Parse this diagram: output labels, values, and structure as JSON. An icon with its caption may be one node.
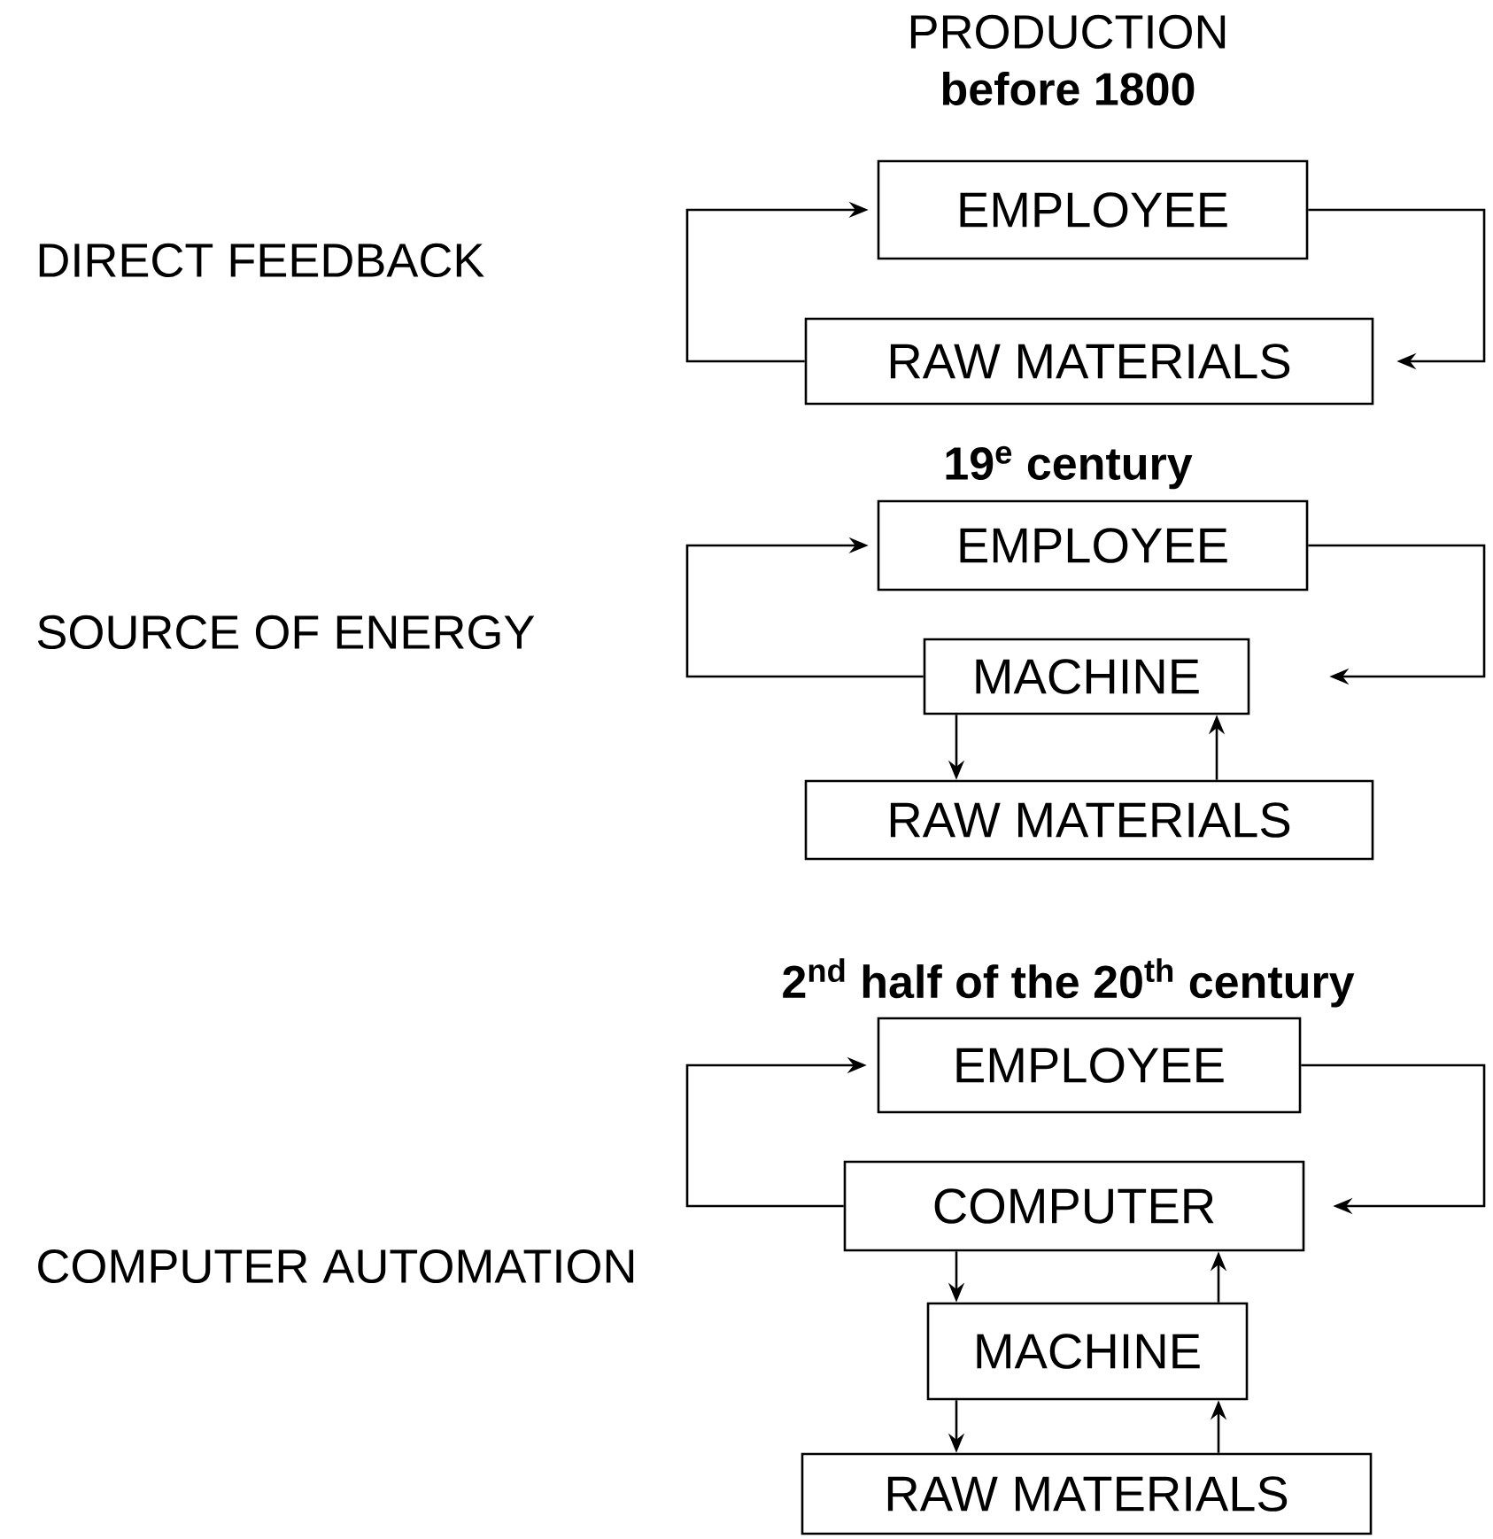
{
  "diagram": {
    "title": "PRODUCTION",
    "nodes": [
      {
        "text": [
          "EMPLOYEE"
        ]
      },
      {
        "text": [
          "RAW MATERIALS"
        ]
      },
      {
        "text": [
          "EMPLOYEE"
        ]
      },
      {
        "text": [
          "MACHINE"
        ]
      },
      {
        "text": [
          "RAW MATERIALS"
        ]
      },
      {
        "text": [
          "EMPLOYEE"
        ]
      },
      {
        "text": [
          "COMPUTER"
        ]
      },
      {
        "text": [
          "MACHINE"
        ]
      },
      {
        "text": [
          "RAW MATERIALS"
        ]
      }
    ],
    "edges": [
      {
        "from": 1,
        "to": 0,
        "arrow": "to"
      },
      {
        "from": 0,
        "to": 1,
        "arrow": "to"
      },
      {
        "from": 3,
        "to": 2,
        "arrow": "to"
      },
      {
        "from": 2,
        "to": 3,
        "arrow": "to"
      },
      {
        "from": 3,
        "to": 4,
        "arrow": "to"
      },
      {
        "from": 4,
        "to": 3,
        "arrow": "to"
      },
      {
        "from": 6,
        "to": 5,
        "arrow": "to"
      },
      {
        "from": 5,
        "to": 6,
        "arrow": "to"
      },
      {
        "from": 6,
        "to": 7,
        "arrow": "to"
      },
      {
        "from": 7,
        "to": 6,
        "arrow": "to"
      },
      {
        "from": 7,
        "to": 8,
        "arrow": "to"
      },
      {
        "from": 8,
        "to": 7,
        "arrow": "to"
      }
    ],
    "labels": [
      "before 1800",
      "DIRECT FEEDBACK",
      "19$^{e}$ century",
      "SOURCE OF ENERGY",
      "2$^{nd}$ half of the 20$^{th}$ century",
      "COMPUTER AUTOMATION"
    ]
  }
}
